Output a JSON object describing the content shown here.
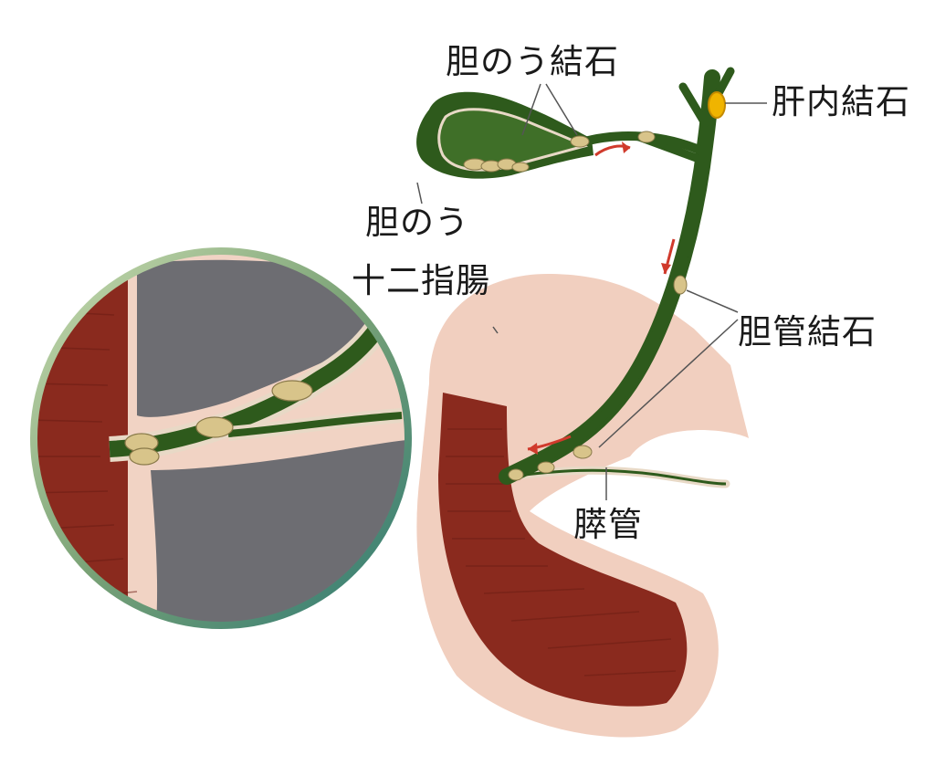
{
  "labels": {
    "gallbladder_stones": "胆のう結石",
    "intrahepatic_stones": "肝内結石",
    "gallbladder": "胆のう",
    "duodenum": "十二指腸",
    "bile_duct_stones": "胆管結石",
    "pancreatic_duct": "膵管"
  },
  "colors": {
    "bile": "#2e5a1c",
    "stone": "#d8c48a",
    "duodenum_inner": "#8a2a1e",
    "duodenum_outer": "#f1cfbf",
    "flow_arrow": "#d03a2c",
    "intrahepatic_stone": "#f0b400",
    "lens_background": "#6d6d72",
    "lens_rim": "#5a8a6a"
  }
}
